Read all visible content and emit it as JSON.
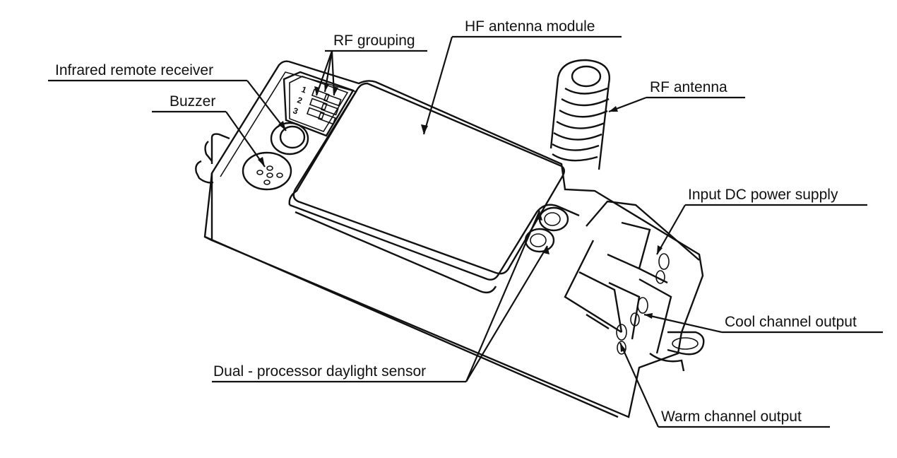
{
  "labels": {
    "rf_grouping": "RF grouping",
    "hf_antenna_module": "HF antenna module",
    "infrared_remote_receiver": "Infrared remote receiver",
    "rf_antenna": "RF antenna",
    "buzzer": "Buzzer",
    "input_dc_power_supply": "Input DC power supply",
    "cool_channel_output": "Cool channel output",
    "warm_channel_output": "Warm channel output",
    "dual_processor_daylight_sensor": "Dual - processor daylight sensor"
  },
  "switch_numbers": [
    "1",
    "2",
    "3"
  ],
  "colors": {
    "ink": "#111111",
    "background": "#ffffff"
  }
}
